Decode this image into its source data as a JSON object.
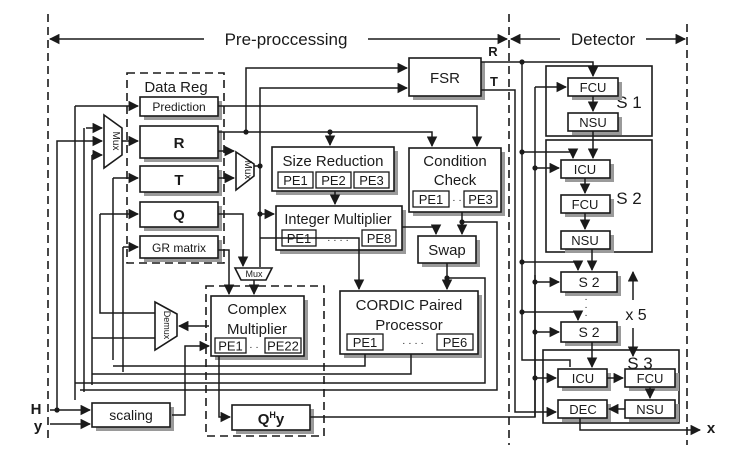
{
  "sections": {
    "preprocessing": "Pre-proccessing",
    "detector": "Detector"
  },
  "inputs": {
    "H": "H",
    "y": "y"
  },
  "output": {
    "x": "x"
  },
  "data_reg": {
    "title": "Data Reg",
    "registers": [
      "Prediction",
      "R",
      "T",
      "Q",
      "GR matrix"
    ]
  },
  "mux_label": "Mux",
  "demux_label": "Demux",
  "scaling": "scaling",
  "fsr": {
    "label": "FSR",
    "out_r": "R",
    "out_t": "T"
  },
  "size_reduction": {
    "title": "Size Reduction",
    "pes": [
      "PE1",
      "PE2",
      "PE3"
    ]
  },
  "integer_multiplier": {
    "title": "Integer Multiplier",
    "pes": [
      "PE1",
      "PE8"
    ],
    "ellipsis": "· · · ·"
  },
  "condition_check": {
    "title_line1": "Condition",
    "title_line2": "Check",
    "pes": [
      "PE1",
      "PE3"
    ],
    "ellipsis": "· ·"
  },
  "swap": "Swap",
  "complex_multiplier": {
    "title_line1": "Complex",
    "title_line2": "Multiplier",
    "pes": [
      "PE1",
      "PE22"
    ],
    "ellipsis": "· ·"
  },
  "cordic": {
    "title_line1": "CORDIC Paired",
    "title_line2": "Processor",
    "pes": [
      "PE1",
      "PE6"
    ],
    "ellipsis": "· · · ·"
  },
  "qhy": {
    "base": "Q",
    "sup": "H",
    "tail": "y"
  },
  "detector": {
    "s1": {
      "label": "S 1",
      "units": [
        "FCU",
        "NSU"
      ]
    },
    "s2": {
      "label": "S 2",
      "units": [
        "ICU",
        "FCU",
        "NSU"
      ]
    },
    "s2_repeat": [
      "S 2",
      "S 2"
    ],
    "repeat_label": "x 5",
    "s3": {
      "label": "S 3",
      "units": [
        "ICU",
        "FCU",
        "NSU",
        "DEC"
      ]
    }
  }
}
